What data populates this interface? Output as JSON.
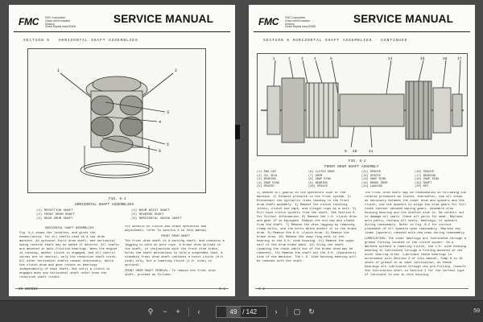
{
  "document": {
    "brand": "FMC",
    "corp_line1": "FMC Corporation",
    "corp_line2": "Crane and Excavator Division",
    "corp_line3": "Cedar Rapids Iowa 52406",
    "manual_title": "SERVICE MANUAL"
  },
  "left_page": {
    "section_heading": "SECTION 6   HORIZONTAL SHAFT ASSEMBLIES",
    "fig_caption": "FIG. 6-1",
    "fig_subtitle": "HORIZONTAL SHAFT ASSEMBLIES",
    "legend": [
      "(1) REDUCTION SHAFT",
      "(2) FRONT DRUM SHAFT",
      "(3) REAR DRUM SHAFT",
      "(4) BOOM HOIST SHAFT",
      "(5) REVERSE SHAFT",
      "(6) HORIZONTAL SWING SHAFT"
    ],
    "col1_heading": "HORIZONTAL SHAFT ASSEMBLIES",
    "col1_text": "Fig. 6-1 shows the location, and gives the nomenclature, for all shafts used on a two drum machine. An optional third drum shaft, and horizontal swing reverse shaft may be added if desired. All shafts are mounted in anti-friction bearings. When the engine is running, master clutch is engaged, and all control valves are in neutral, only the reduction shaft turns. All other horizontal shafts remain stationary, while the clutch drum and gear rotate on bearings independently of each shaft. Not until a clutch is engaged does any horizontal shaft other than the reduction shaft rotate.",
    "col2_text": "For details on clutch and brake operation and adjustment, refer to section 8 in this manual.",
    "col2_heading": "FRONT DRUM SHAFT",
    "col2_text2": "The front drum shaft is a working shaft, and contains a lagging to wind on wire rope. A brake drum splined to the shaft, in conjunction with the front drum brake, holds the shaft motionless to hold a suspended load. A standard front drum shaft contains a hoist clutch (H.H. side) only, but a lowering clutch (L.H. side) is optional.",
    "col2_heading2": "FRONT DRUM SHAFT REMOVAL:",
    "col2_text3": "To remove the front drum shaft, proceed as follows:",
    "footer_left": "35 SERIES",
    "footer_right": "6-1"
  },
  "right_page": {
    "section_heading": "SECTION 6   HORIZONTAL SHAFT ASSEMBLIES - CONTINUED",
    "fig_caption": "FIG. 6-2",
    "fig_subtitle": "FRONT DRUM SHAFT ASSEMBLY",
    "legend_col1": [
      "(1) END CAP",
      "(2) OIL SEAL",
      "(3) BEARING",
      "(4) SNAP RING",
      "(5) SPACER"
    ],
    "legend_col2": [
      "(6) CLUTCH DRUM",
      "(7) DRUM",
      "(8) SNAP RING",
      "(9) BEARING",
      "(10) SPACER"
    ],
    "legend_col3": [
      "(11) SPACER",
      "(12) SPACER",
      "(13) SNAP RING",
      "(14) BRAKE DRUM",
      "(15) LAGGING"
    ],
    "legend_col4": [
      "(16) SPACER",
      "(17) BEARING",
      "(18) SNAP RING",
      "(19) SHAFT",
      "(20) KEY"
    ],
    "col1_text": "1) Remove all guards on the operators side of the machine. 2) Exhaust pressure in the front system. 3) Disconnect the hydraulic lines leading to the front drum shaft assembly. 4) Remove the clutch rotating joints, clutch end caps, and slinger cups as a unit. 5) Pull back clutch spiders from the shaft. See Section 8 for further information. 6) Remove the L.H. clutch drum and gear if so equipped. Remove the end cap and sleeve from the shaft. 7) Remove the drum lagging by removing clamp bolts, and the bolts which anchor it to the brake drum. 8) Remove the H.H. clutch drum. 9) Remove the brake drum. 10) Remove the snap ring next to the bearing in the O.H. side housing. 11) Remove the upper half of the drum brake band. 12) Sling the shaft (spacing the chain cable out of the brake drum may be removed). 13) Remove the shaft out the O.H. (Operators) side of the machine. The L.H. side housing bearing will be removed with the shaft.",
    "col2_text": "The front drum shaft may be reassembled in following the reverse procedure as listed, thereafter, use all shims as necessary between the inner drum and spacers and the clutch, use the spacers to align the drum gears for full tooth contact between mating gears. Assemble also housing bearing and the shafted side in. Be careful not to damage oil seals. Check all parts for wear. Replace worn parts, replace all seals, bearings, or spacers during reassembly. Refer to Fig. 6-2 for correct placement of all spacers upon reassembly. Replace any items (spacers) removed with new ones during reassembly.",
    "col2_heading": "LUBRICATION:",
    "col2_text2": "The inner bearings are lubricated through a grease fitting located in the clutch spider. On a machine without a lowering clutch, the L.H. side housing bearing is lubricated through a fitting mounted in the outer bearing drive. Lubricate these bearings in accordance with Section 2 of this manual. Pump 8 to 10 shots of grease in at each lubrication, as these bearings are lubricated through the pre-fitting. Consult the lubrication chart in Section 2 for the correct type of lubricant to use in this housing.",
    "footer_left": "6-2"
  },
  "viewer": {
    "current_page": "49",
    "page_total": "/ 142",
    "zoom": "59"
  }
}
